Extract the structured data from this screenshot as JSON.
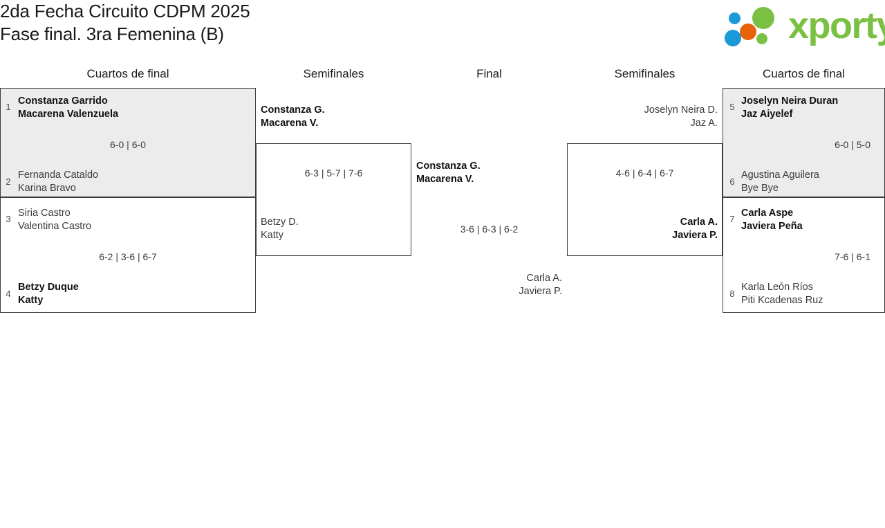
{
  "header": {
    "title_line1": "2da Fecha Circuito CDPM 2025",
    "title_line2": "Fase final. 3ra Femenina (B)",
    "logo_word": "xporty",
    "logo_colors": {
      "green": "#7ac143",
      "blue": "#1a9ad7",
      "orange": "#e8620c"
    }
  },
  "rounds": {
    "left_quarters": "Cuartos de final",
    "left_semis": "Semifinales",
    "final": "Final",
    "right_semis": "Semifinales",
    "right_quarters": "Cuartos de final"
  },
  "bracket": {
    "left_quarterfinals": [
      {
        "shaded": true,
        "score": "6-0 | 6-0",
        "top": {
          "seed": "1",
          "line1": "Constanza Garrido",
          "line2": "Macarena Valenzuela",
          "winner": true
        },
        "bottom": {
          "seed": "2",
          "line1": "Fernanda Cataldo",
          "line2": "Karina Bravo",
          "winner": false
        }
      },
      {
        "shaded": false,
        "score": "6-2 | 3-6 | 6-7",
        "top": {
          "seed": "3",
          "line1": "Siria Castro",
          "line2": "Valentina Castro",
          "winner": false
        },
        "bottom": {
          "seed": "4",
          "line1": "Betzy Duque",
          "line2": "Katty",
          "winner": true
        }
      }
    ],
    "left_semifinal": {
      "score": "6-3 | 5-7 | 7-6",
      "top": {
        "line1": "Constanza G.",
        "line2": "Macarena V.",
        "winner": true
      },
      "bottom": {
        "line1": "Betzy D.",
        "line2": "Katty",
        "winner": false
      }
    },
    "final": {
      "score": "3-6 | 6-3 | 6-2",
      "top": {
        "line1": "Constanza G.",
        "line2": "Macarena V.",
        "winner": true
      },
      "bottom": {
        "line1": "Carla A.",
        "line2": "Javiera P.",
        "winner": false
      }
    },
    "right_semifinal": {
      "score": "4-6 | 6-4 | 6-7",
      "top": {
        "line1": "Joselyn Neira D.",
        "line2": "Jaz A.",
        "winner": false
      },
      "bottom": {
        "line1": "Carla A.",
        "line2": "Javiera P.",
        "winner": true
      }
    },
    "right_quarterfinals": [
      {
        "shaded": true,
        "score": "6-0 | 5-0",
        "top": {
          "seed": "5",
          "line1": "Joselyn Neira Duran",
          "line2": "Jaz Aiyelef",
          "winner": true
        },
        "bottom": {
          "seed": "6",
          "line1": "Agustina Aguilera",
          "line2": "Bye Bye",
          "winner": false
        }
      },
      {
        "shaded": false,
        "score": "7-6 | 6-1",
        "top": {
          "seed": "7",
          "line1": "Carla Aspe",
          "line2": "Javiera Peña",
          "winner": true
        },
        "bottom": {
          "seed": "8",
          "line1": "Karla León Ríos",
          "line2": "Piti Kcadenas Ruz",
          "winner": false
        }
      }
    ]
  }
}
